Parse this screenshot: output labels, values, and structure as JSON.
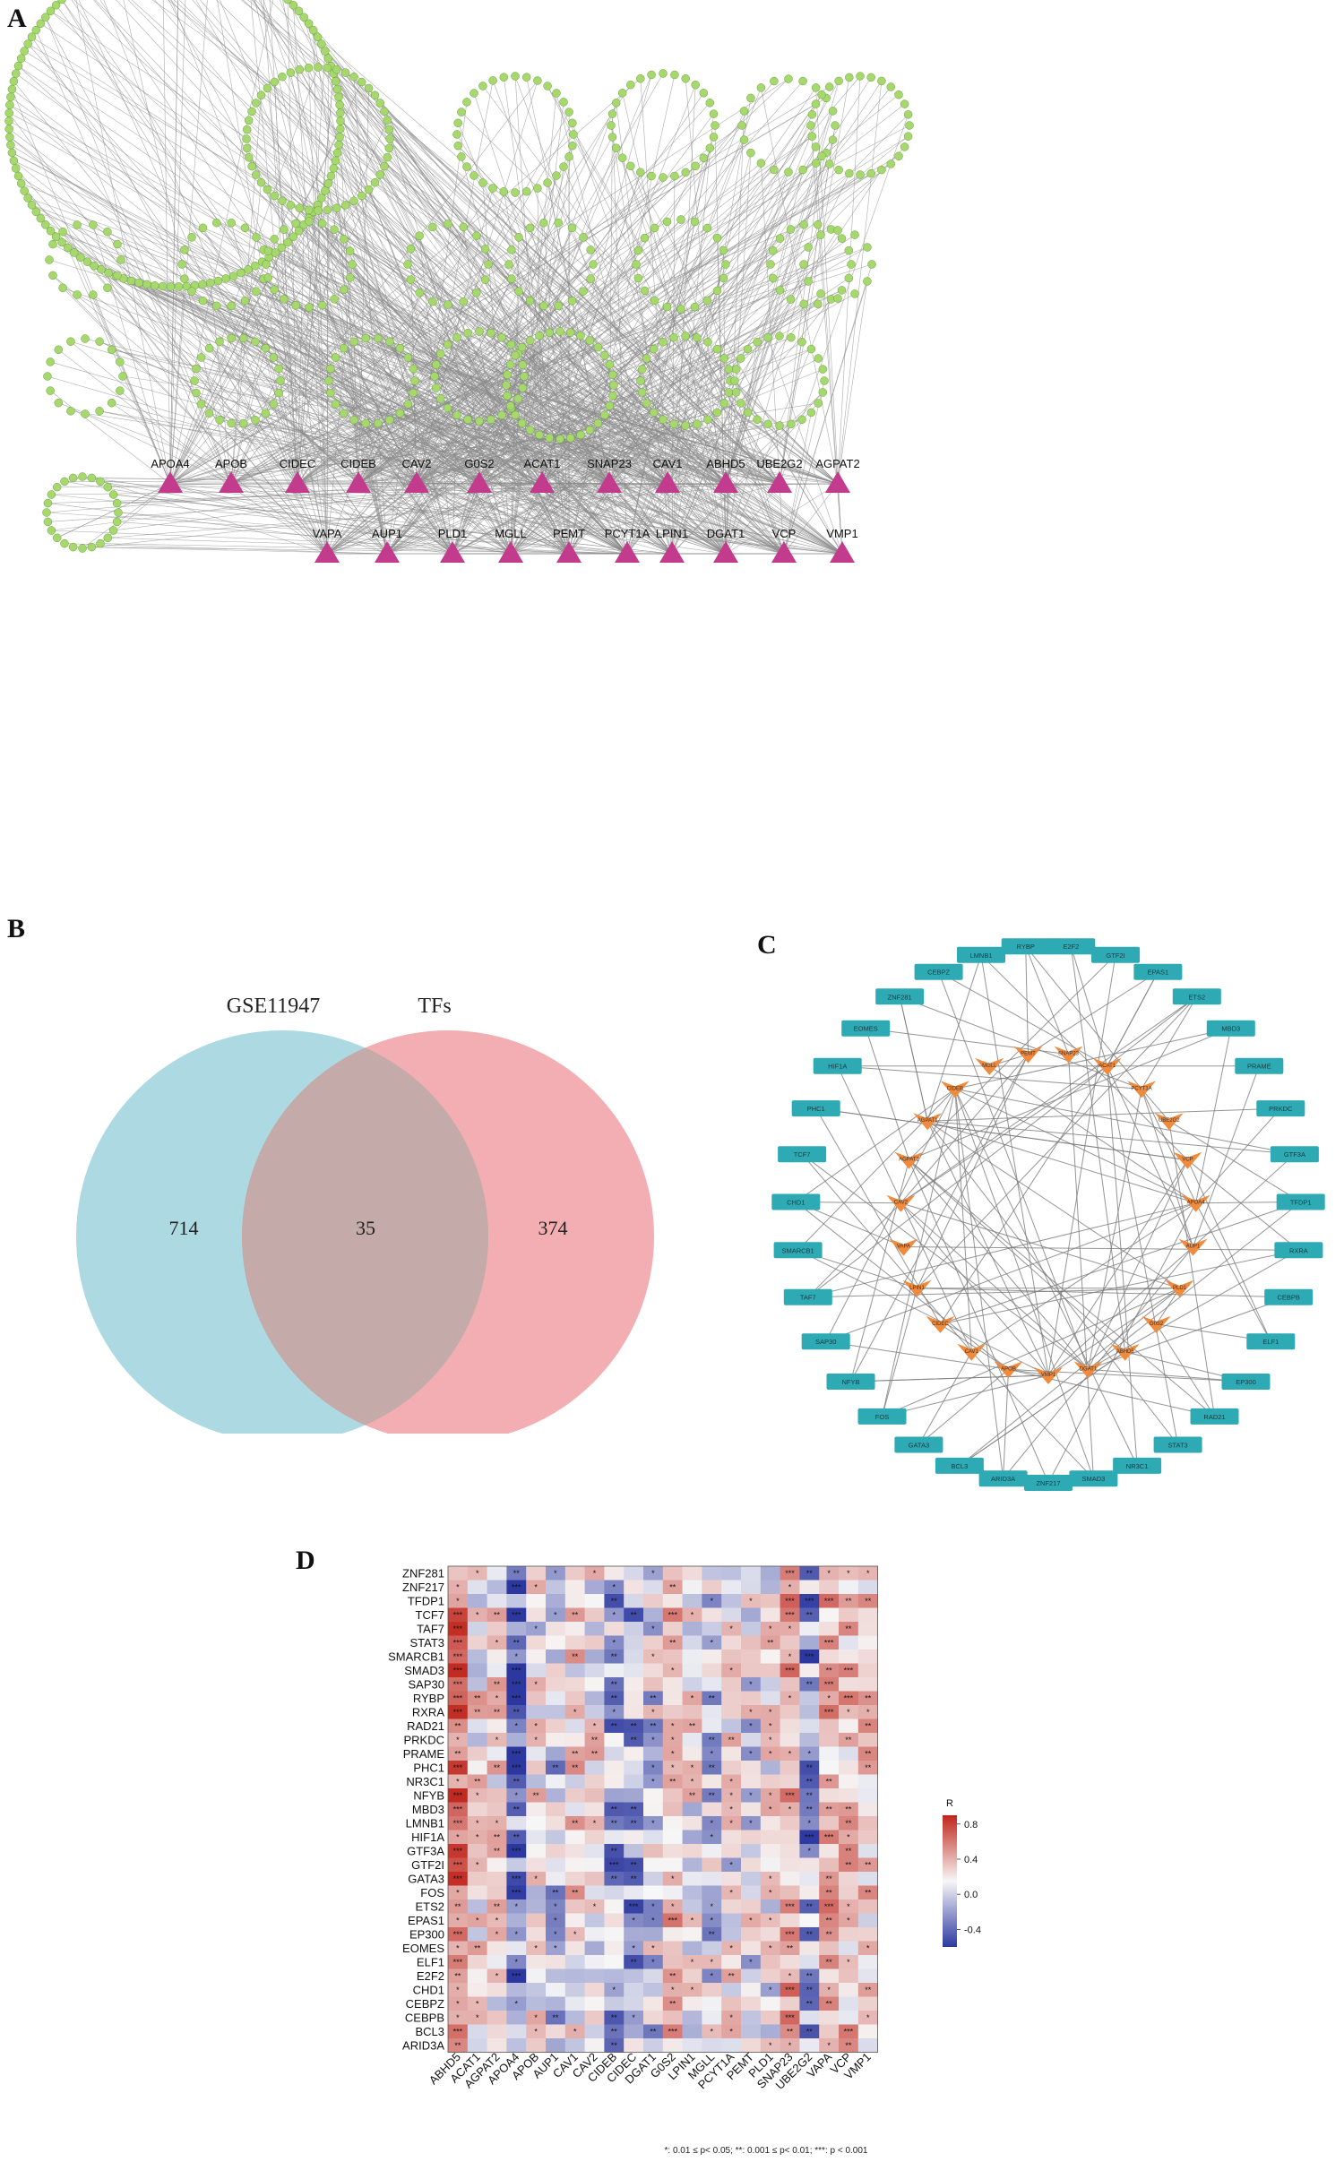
{
  "panels": {
    "a": "A",
    "b": "B",
    "c": "C",
    "d": "D"
  },
  "network_a": {
    "targets_row1": [
      "APOA4",
      "APOB",
      "CIDEC",
      "CIDEB",
      "CAV2",
      "G0S2",
      "ACAT1",
      "SNAP23",
      "CAV1",
      "ABHD5",
      "UBE2G2",
      "AGPAT2"
    ],
    "targets_row2": [
      "VAPA",
      "AUP1",
      "PLD1",
      "MGLL",
      "PEMT",
      "PCYT1A",
      "LPIN1",
      "DGAT1",
      "VCP",
      "VMP1"
    ],
    "colors": {
      "node": "#a6d86e",
      "node_stroke": "#6aa13a",
      "target": "#c23b8c",
      "edge": "#8a8a8a"
    }
  },
  "venn": {
    "sets": [
      "GSE11947",
      "TFs"
    ],
    "left_only": "714",
    "overlap": "35",
    "right_only": "374",
    "colors": {
      "left": "#9fd3dd",
      "right": "#f0a0a4"
    }
  },
  "network_c": {
    "tfs": [
      "E2F2",
      "GTF2I",
      "EPAS1",
      "ETS2",
      "MBD3",
      "PRAME",
      "PRKDC",
      "GTF3A",
      "TFDP1",
      "RXRA",
      "CEBPB",
      "ELF1",
      "EP300",
      "RAD21",
      "STAT3",
      "NR3C1",
      "SMAD3",
      "ZNF217",
      "ARID3A",
      "BCL3",
      "GATA3",
      "FOS",
      "NFYB",
      "SAP30",
      "TAF7",
      "SMARCB1",
      "CHD1",
      "TCF7",
      "PHC1",
      "HIF1A",
      "EOMES",
      "ZNF281",
      "CEBPZ",
      "LMNB1",
      "RYBP"
    ],
    "genes": [
      "SNAP23",
      "ACAT1",
      "PCYT1A",
      "UBE2G2",
      "VCP",
      "APOA4",
      "AUP1",
      "PLD1",
      "G0S2",
      "ABHD5",
      "DGAT1",
      "VMP1",
      "APOB",
      "CAV1",
      "CIDEC",
      "LPIN1",
      "VAPA",
      "CAV2",
      "AGPAT2",
      "AGPAT1",
      "CIDEB",
      "MGLL",
      "PEMT"
    ],
    "colors": {
      "tf": "#2eaab5",
      "gene": "#f08a3c",
      "edge": "#7a7a7a"
    }
  },
  "heatmap": {
    "rows": [
      "ZNF281",
      "ZNF217",
      "TFDP1",
      "TCF7",
      "TAF7",
      "STAT3",
      "SMARCB1",
      "SMAD3",
      "SAP30",
      "RYBP",
      "RXRA",
      "RAD21",
      "PRKDC",
      "PRAME",
      "PHC1",
      "NR3C1",
      "NFYB",
      "MBD3",
      "LMNB1",
      "HIF1A",
      "GTF3A",
      "GTF2I",
      "GATA3",
      "FOS",
      "ETS2",
      "EPAS1",
      "EP300",
      "EOMES",
      "ELF1",
      "E2F2",
      "CHD1",
      "CEBPZ",
      "CEBPB",
      "BCL3",
      "ARID3A"
    ],
    "cols": [
      "ABHD5",
      "ACAT1",
      "AGPAT2",
      "APOA4",
      "APOB",
      "AUP1",
      "CAV1",
      "CAV2",
      "CIDEB",
      "CIDEC",
      "DGAT1",
      "G0S2",
      "LPIN1",
      "MGLL",
      "PCYT1A",
      "PEMT",
      "PLD1",
      "SNAP23",
      "UBE2G2",
      "VAPA",
      "VCP",
      "VMP1"
    ],
    "legend_title": "R",
    "legend_ticks": [
      "0.8",
      "0.4",
      "0.0",
      "-0.4"
    ],
    "legend_range": [
      -0.6,
      0.9
    ],
    "footnote": "*: 0.01 ≤ p< 0.05;  **: 0.001 ≤ p< 0.01;  ***: p < 0.001",
    "colors": {
      "high": "#c0251b",
      "mid": "#f7f7f7",
      "low": "#2c38a0"
    }
  }
}
